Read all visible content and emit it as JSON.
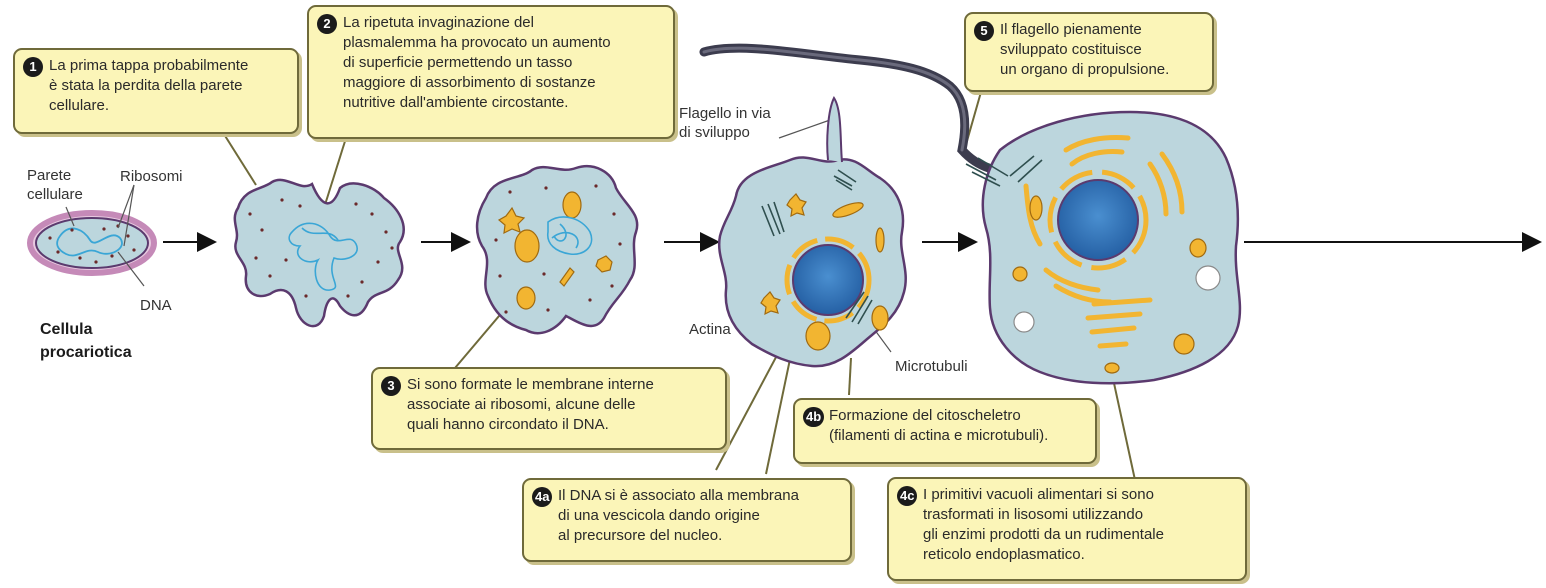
{
  "callouts": [
    {
      "num": "1",
      "text": "La prima tappa probabilmente\nè stata la perdita della parete\ncellulare."
    },
    {
      "num": "2",
      "text": "La ripetuta invaginazione del\nplasmalemma ha provocato un aumento\ndi superficie permettendo un tasso\nmaggiore di assorbimento di sostanze\nnutritive dall'ambiente circostante."
    },
    {
      "num": "3",
      "text": "Si sono formate le membrane interne\nassociate ai ribosomi, alcune delle\nquali hanno circondato il DNA."
    },
    {
      "num": "4a",
      "text": "Il DNA si è associato alla membrana\ndi una vescicola dando origine\nal precursore del nucleo."
    },
    {
      "num": "4b",
      "text": "Formazione del citoscheletro\n(filamenti di actina e microtubuli)."
    },
    {
      "num": "4c",
      "text": "I primitivi vacuoli alimentari si sono\ntrasformati in lisosomi utilizzando\ngli enzimi prodotti da un rudimentale\nreticolo endoplasmatico."
    },
    {
      "num": "5",
      "text": "Il flagello pienamente\nsviluppato costituisce\nun organo di propulsione."
    }
  ],
  "labels": {
    "parete": "Parete\ncellulare",
    "ribosomi": "Ribosomi",
    "dna": "DNA",
    "procariotica": "Cellula\nprocariotica",
    "flagello_sviluppo": "Flagello in via\ndi sviluppo",
    "actina": "Actina",
    "microtubuli": "Microtubuli"
  },
  "colors": {
    "cytoplasm": "#bcd6dd",
    "membrane": "#5b3a6e",
    "dna": "#3aa6d6",
    "nucleus": "#2d6fb0",
    "organelle": "#f2b531",
    "organelle_outline": "#a06a10",
    "callout_fill": "#fbf5b8",
    "cytoskeleton": "#2f4f4f"
  }
}
